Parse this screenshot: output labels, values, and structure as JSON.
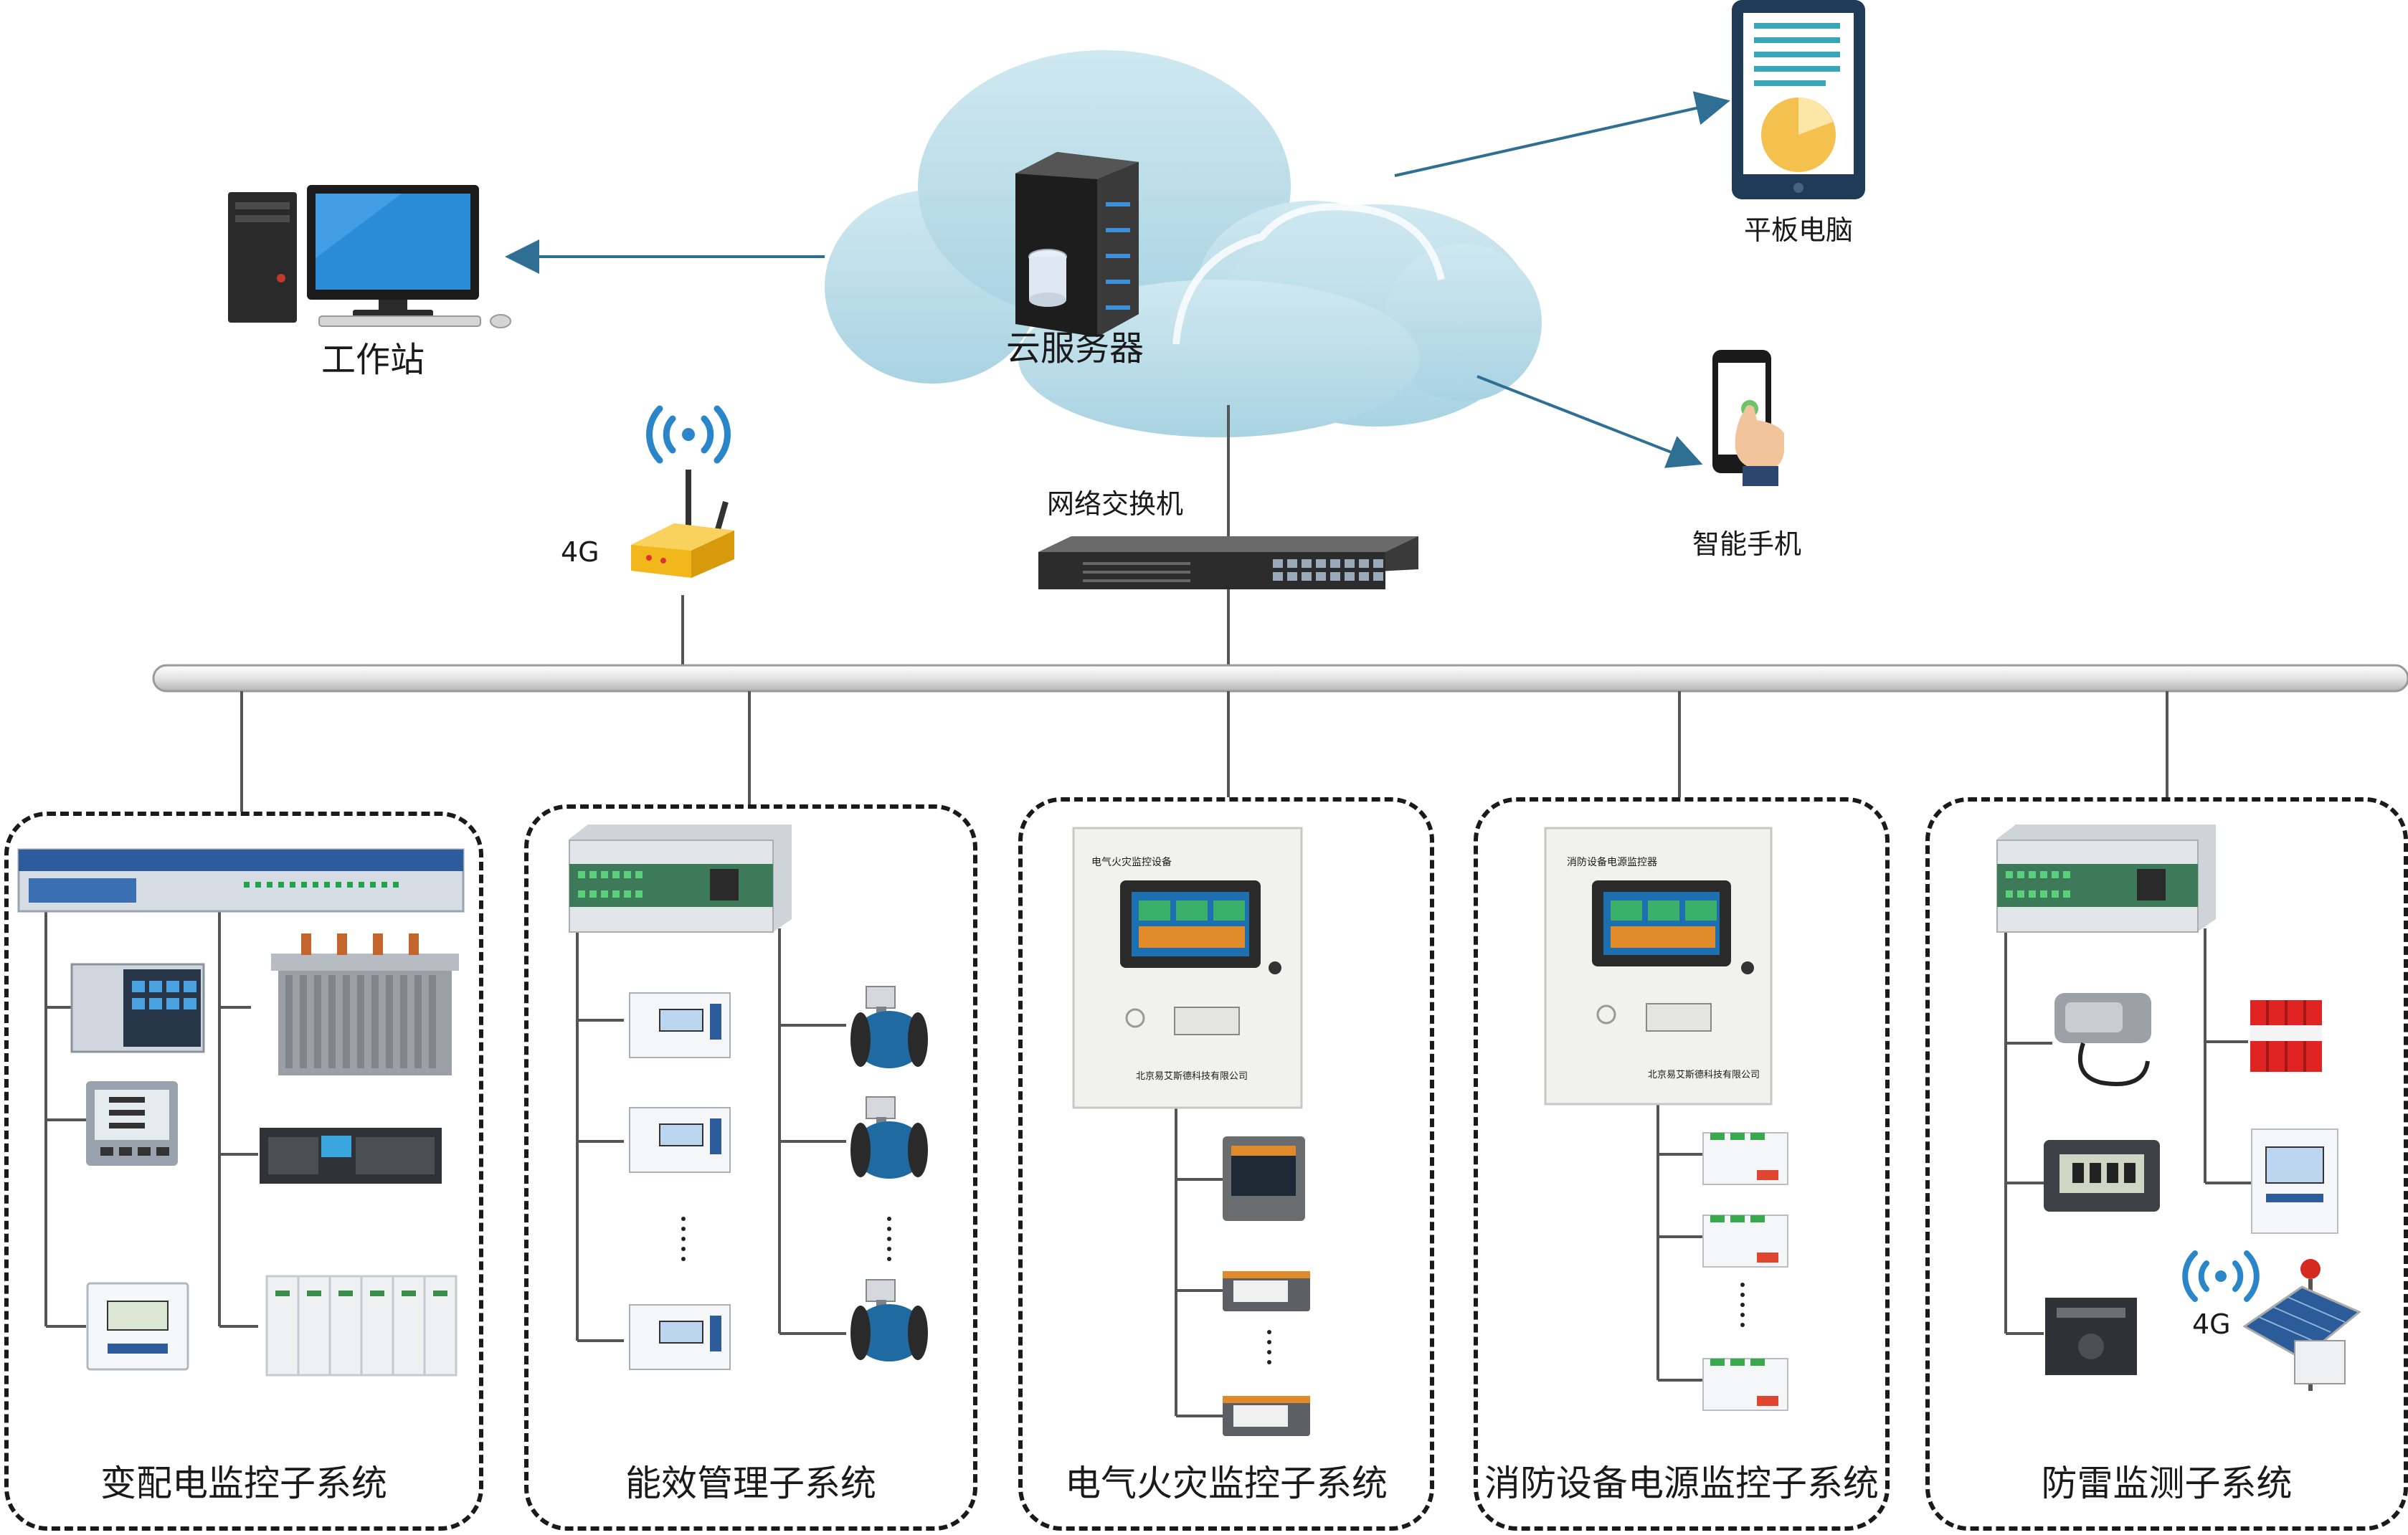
{
  "top": {
    "cloud_label": "云服务器",
    "workstation_label": "工作站",
    "tablet_label": "平板电脑",
    "phone_label": "智能手机",
    "switch_label": "网络交换机",
    "gateway_label": "4G"
  },
  "subsystems": [
    {
      "title": "变配电监控子系统"
    },
    {
      "title": "能效管理子系统"
    },
    {
      "title": "电气火灾监控子系统"
    },
    {
      "title": "消防设备电源监控子系统"
    },
    {
      "title": "防雷监测子系统",
      "wireless_label": "4G"
    }
  ],
  "device_text": {
    "fire_panel_1_title": "电气火灾监控设备",
    "fire_panel_2_title": "消防设备电源监控器",
    "company_1": "北京易艾斯德科技有限公司",
    "company_2": "北京易艾斯德科技有限公司"
  },
  "colors": {
    "cloud": "#b5dbe6",
    "cloud_edge": "#9ccbd9",
    "arrow": "#2f6f93",
    "line": "#555555",
    "bus": "#e8e8e8",
    "signal": "#2a86c8"
  }
}
